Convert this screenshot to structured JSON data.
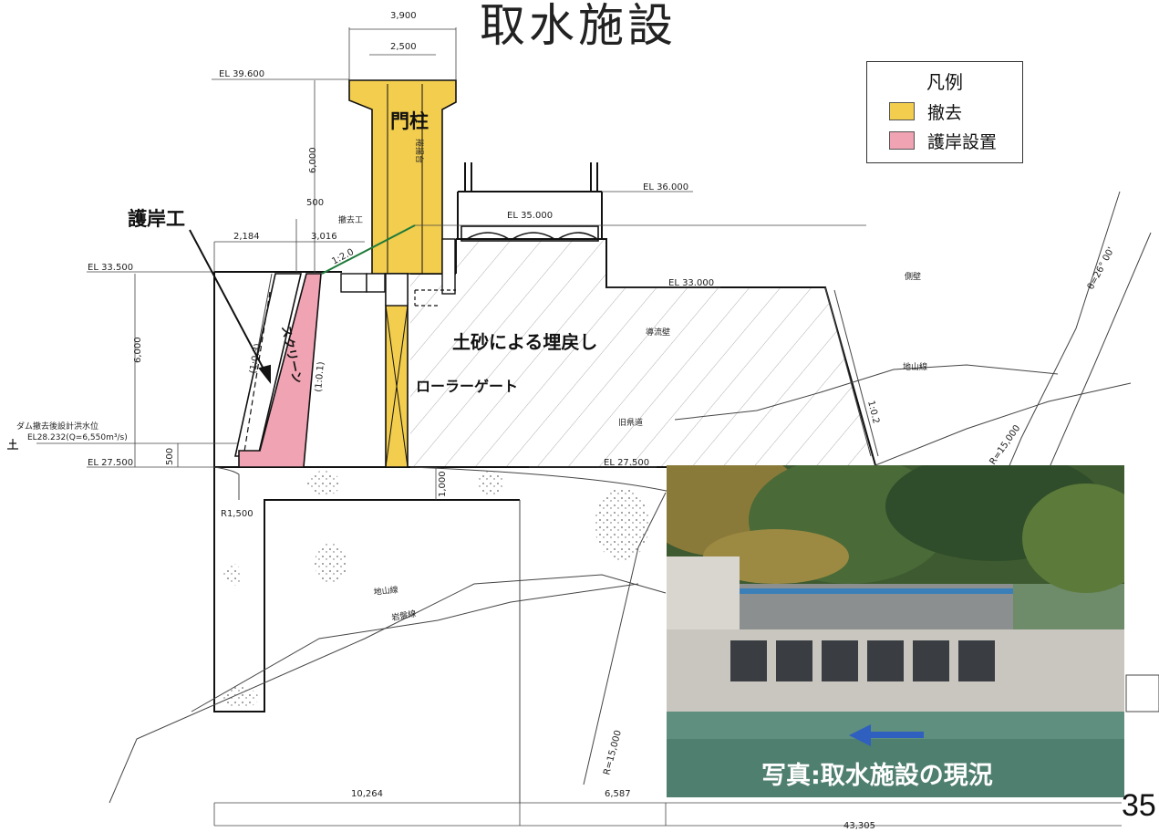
{
  "title": "取水施設",
  "page_number": "35",
  "legend": {
    "title": "凡例",
    "items": [
      {
        "label": "撤去",
        "color": "#f2cd4e"
      },
      {
        "label": "護岸設置",
        "color": "#f0a3b3"
      }
    ]
  },
  "labels": {
    "gate_pillar": "門柱",
    "revetment": "護岸工",
    "backfill": "土砂による埋戻し",
    "roller_gate": "ローラーゲート",
    "screen": "スクリーン",
    "hoist_platform": "捲揚台",
    "guide_wall": "導流壁",
    "side_wall": "側壁",
    "ground_line_1": "地山線",
    "ground_line_2": "地山線",
    "rock_line": "岩盤線",
    "old_road": "旧県道",
    "small_note": "撤去工",
    "design_flood_label": "ダム撤去後設計洪水位",
    "design_flood_value": "EL28.232(Q=6,550m³/s)"
  },
  "dimensions": {
    "top_width": "3,900",
    "inner_width": "2,500",
    "el_3960": "EL 39.600",
    "el_3600": "EL 36.000",
    "el_3500": "EL 35.000",
    "el_3350": "EL 33.500",
    "el_3300": "EL 33.000",
    "el_2750_left": "EL 27.500",
    "el_2750_right": "EL 27.500",
    "h_6000_top": "6,000",
    "h_6000_left": "6,000",
    "d_500_a": "500",
    "d_500_b": "500",
    "d_2184": "2,184",
    "d_3016": "3,016",
    "d_1000": "1,000",
    "slope_120": "1:2.0",
    "slope_103": "(1:0.3)",
    "slope_101": "(1:0.1)",
    "slope_102": "1:0.2",
    "r1500": "R1,500",
    "r15000_a": "R=15,000",
    "r15000_b": "R=15,000",
    "angle": "θ=26° 00'",
    "w_10264": "10,264",
    "w_6587": "6,587",
    "w_43305": "43,305"
  },
  "photo": {
    "caption": "写真:取水施設の現況",
    "arrow_color": "#2f5fbf"
  }
}
